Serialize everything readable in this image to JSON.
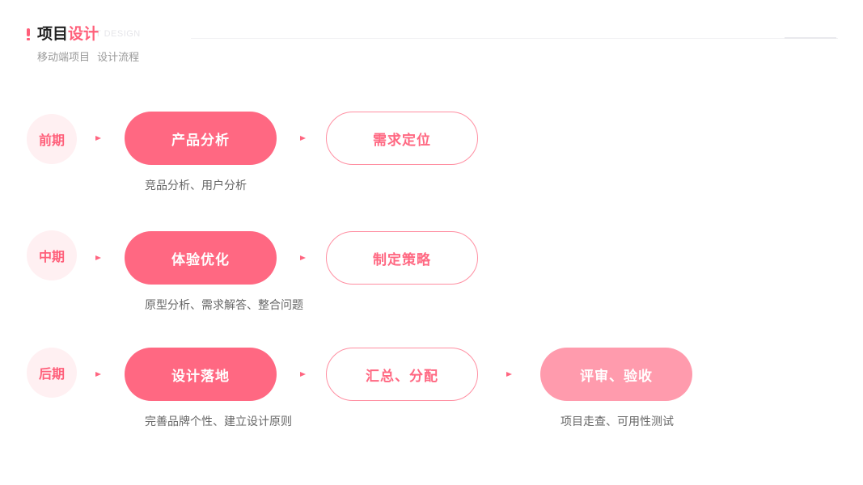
{
  "header": {
    "title_part1": "项目",
    "title_part2": "设计",
    "title_ghost": "T DESIGN",
    "subtitle": "移动端项目  设计流程"
  },
  "rows": [
    {
      "stage": "前期",
      "step1": "产品分析",
      "step2": "需求定位",
      "description": "竞品分析、用户分析"
    },
    {
      "stage": "中期",
      "step1": "体验优化",
      "step2": "制定策略",
      "description": "原型分析、需求解答、整合问题"
    },
    {
      "stage": "后期",
      "step1": "设计落地",
      "step2": "汇总、分配",
      "step3": "评审、验收",
      "description": "完善品牌个性、建立设计原则",
      "description3": "项目走查、可用性测试"
    }
  ],
  "colors": {
    "accent": "#ff5f7a",
    "solid_pill": "#ff6882",
    "light_pill": "#ff9bad",
    "stage_bg": "#fff0f2"
  }
}
